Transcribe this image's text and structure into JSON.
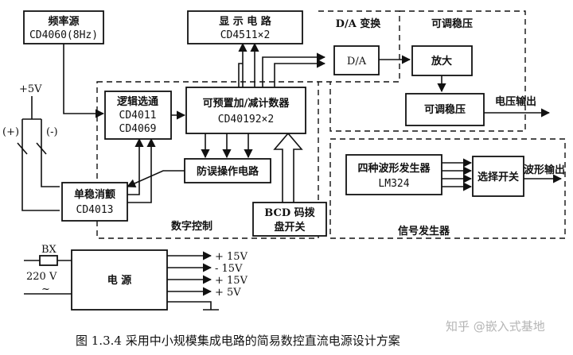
{
  "blocks": {
    "freq_source": [
      "频率源",
      "CD4060(8Hz)"
    ],
    "display": [
      "显 示 电 路",
      "CD4511×2"
    ],
    "da_title": "D/A 变换",
    "da": "D/A",
    "adj_title": "可调稳压",
    "amp": "放大",
    "regulator": "可调稳压",
    "logic": [
      "逻辑选通",
      "CD4011",
      "CD4069"
    ],
    "counter": [
      "可预置加/减计数器",
      "CD40192×2"
    ],
    "antierr": "防误操作电路",
    "mono": [
      "单稳消颤",
      "CD4013"
    ],
    "bcd": [
      "BCD 码拨",
      "盘开关"
    ],
    "wavegen": [
      "四种波形发生器",
      "LM324"
    ],
    "selector": "选择开关",
    "psu": "电    源"
  },
  "labels": {
    "vcc": "+5V",
    "plus": "(+)",
    "minus": "(-)",
    "digital_ctrl": "数字控制",
    "signal_gen": "信号发生器",
    "voltage_out": "电压输出",
    "wave_out": "波形输出",
    "fuse": "BX",
    "ac_in": "220  V",
    "ac_sym": "~",
    "rails": [
      "+ 15V",
      "- 15V",
      "+ 15V",
      "+ 5V"
    ]
  },
  "caption": "图 1.3.4   采用中小规模集成电路的简易数控直流电源设计方案",
  "watermark": "知乎 @嵌入式基地"
}
